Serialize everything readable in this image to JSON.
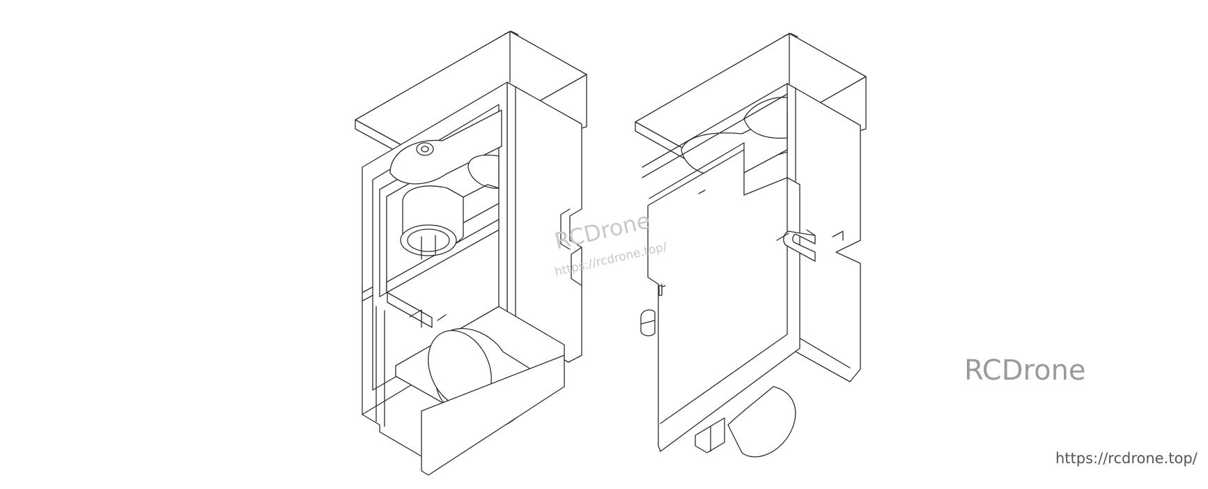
{
  "watermark": {
    "center_brand": "RCDrone",
    "center_url": "https://rcdrone.top/"
  },
  "brand_label": "RCDrone",
  "footer_url": "https://rcdrone.top/",
  "colors": {
    "line": "#2a2a2a",
    "watermark": "#c8c8c8",
    "brand": "#9a9a9a",
    "url": "#555555"
  }
}
